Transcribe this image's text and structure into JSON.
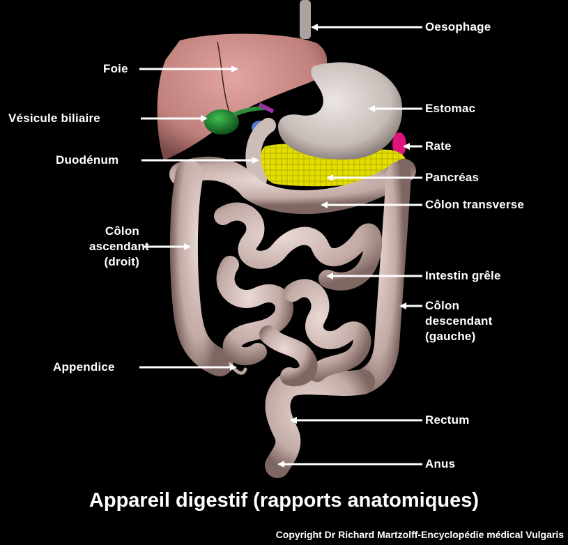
{
  "title": "Appareil digestif (rapports anatomiques)",
  "copyright": "Copyright Dr Richard Martzolff-Encyclopédie médical Vulgaris",
  "labels": {
    "oesophage": "Oesophage",
    "foie": "Foie",
    "vesicule": "Vésicule biliaire",
    "estomac": "Estomac",
    "rate": "Rate",
    "duodenum": "Duodénum",
    "pancreas": "Pancréas",
    "colon_transverse": "Côlon transverse",
    "colon_ascendant": [
      "Côlon",
      "ascendant",
      "(droit)"
    ],
    "intestin_grele": "Intestin grêle",
    "colon_descendant": [
      "Côlon",
      "descendant",
      "(gauche)"
    ],
    "appendice": "Appendice",
    "rectum": "Rectum",
    "anus": "Anus"
  },
  "colors": {
    "background": "#000000",
    "liver": "#c98a86",
    "gallbladder": "#1f7a2a",
    "stomach": "#cfc6c2",
    "pancreas": "#e6e000",
    "spleen": "#e0137a",
    "intestine": "#cdb7b2",
    "text": "#ffffff"
  }
}
